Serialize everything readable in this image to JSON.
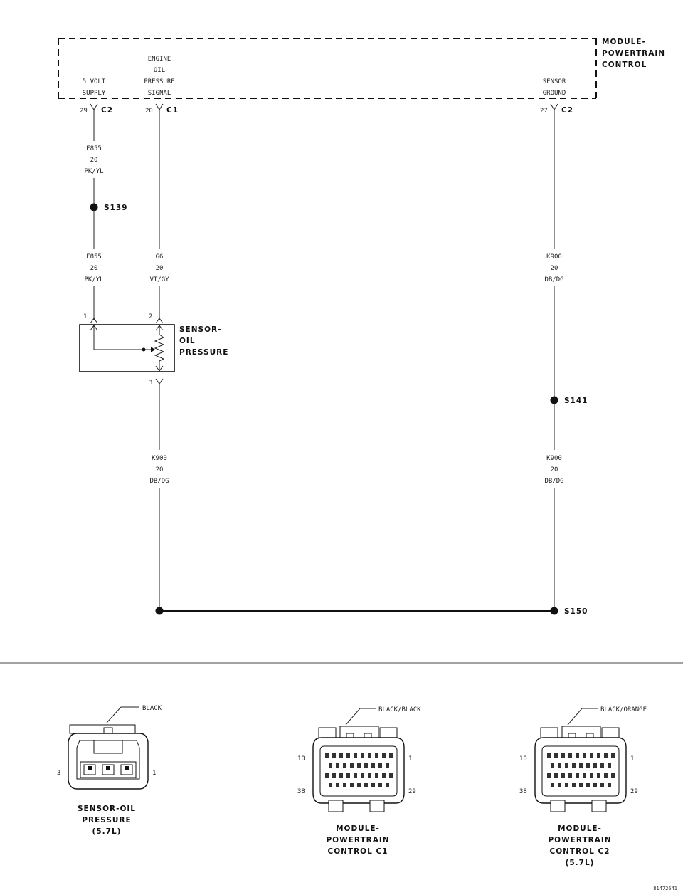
{
  "module": {
    "title_lines": [
      "MODULE-",
      "POWERTRAIN",
      "CONTROL"
    ]
  },
  "pins": {
    "supply": {
      "label_lines": [
        "5 VOLT",
        "SUPPLY"
      ],
      "pin": "29",
      "connector": "C2"
    },
    "signal": {
      "label_lines": [
        "ENGINE",
        "OIL",
        "PRESSURE",
        "SIGNAL"
      ],
      "pin": "20",
      "connector": "C1"
    },
    "ground": {
      "label_lines": [
        "SENSOR",
        "GROUND"
      ],
      "pin": "27",
      "connector": "C2"
    }
  },
  "wires": {
    "f855_upper": [
      "F855",
      "20",
      "PK/YL"
    ],
    "f855_lower": [
      "F855",
      "20",
      "PK/YL"
    ],
    "g6": [
      "G6",
      "20",
      "VT/GY"
    ],
    "k900_right_upper": [
      "K900",
      "20",
      "DB/DG"
    ],
    "k900_right_lower": [
      "K900",
      "20",
      "DB/DG"
    ],
    "k900_left": [
      "K900",
      "20",
      "DB/DG"
    ]
  },
  "splices": {
    "s139": "S139",
    "s141": "S141",
    "s150": "S150"
  },
  "sensor": {
    "title_lines": [
      "SENSOR-",
      "OIL",
      "PRESSURE"
    ],
    "pin_1": "1",
    "pin_2": "2",
    "pin_3": "3"
  },
  "connector_views": {
    "sensor": {
      "color": "BLACK",
      "pin_left": "3",
      "pin_right": "1",
      "title_lines": [
        "SENSOR-OIL",
        "PRESSURE",
        "(5.7L)"
      ]
    },
    "pcm_c1": {
      "color": "BLACK/BLACK",
      "pin_tl": "10",
      "pin_tr": "1",
      "pin_bl": "38",
      "pin_br": "29",
      "title_lines": [
        "MODULE-",
        "POWERTRAIN",
        "CONTROL C1"
      ]
    },
    "pcm_c2": {
      "color": "BLACK/ORANGE",
      "pin_tl": "10",
      "pin_tr": "1",
      "pin_bl": "38",
      "pin_br": "29",
      "title_lines": [
        "MODULE-",
        "POWERTRAIN",
        "CONTROL C2",
        "(5.7L)"
      ]
    }
  },
  "figure_id": "81472641"
}
